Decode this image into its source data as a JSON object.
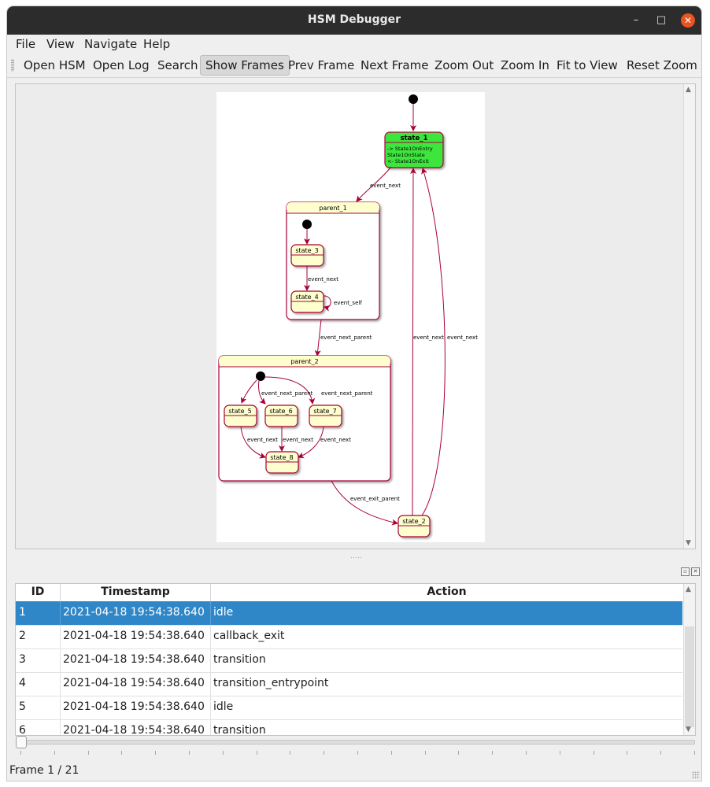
{
  "window": {
    "title": "HSM Debugger"
  },
  "menubar": {
    "items": [
      {
        "label": "File"
      },
      {
        "label": "View"
      },
      {
        "label": "Navigate"
      },
      {
        "label": "Help"
      }
    ]
  },
  "toolbar": {
    "buttons": [
      {
        "label": "Open HSM"
      },
      {
        "label": "Open Log"
      },
      {
        "label": "Search"
      },
      {
        "label": "Show Frames",
        "active": true
      },
      {
        "label": "Prev Frame"
      },
      {
        "label": "Next Frame"
      },
      {
        "label": "Zoom Out"
      },
      {
        "label": "Zoom In"
      },
      {
        "label": "Fit to View"
      },
      {
        "label": "Reset Zoom"
      }
    ]
  },
  "diagram": {
    "active_state_color": "#3ce63c",
    "state_fill": "#fefece",
    "arrow_color": "#a80036",
    "states": {
      "state_1": {
        "name": "state_1",
        "lines": [
          "-> State1OnEntry",
          "State1OnState",
          "<- State1OnExit"
        ]
      },
      "parent_1": {
        "name": "parent_1"
      },
      "state_3": {
        "name": "state_3"
      },
      "state_4": {
        "name": "state_4"
      },
      "parent_2": {
        "name": "parent_2"
      },
      "state_5": {
        "name": "state_5"
      },
      "state_6": {
        "name": "state_6"
      },
      "state_7": {
        "name": "state_7"
      },
      "state_8": {
        "name": "state_8"
      },
      "state_2": {
        "name": "state_2"
      }
    },
    "events": {
      "s1_to_p1": "event_next",
      "s3_to_s4": "event_next",
      "s4_self": "event_self",
      "p1_to_p2": "event_next_parent",
      "init_to_s6": "event_next_parent",
      "init_to_s7": "event_next_parent",
      "s5_to_s8": "event_next",
      "s6_to_s8": "event_next",
      "s7_to_s8": "event_next",
      "p2_to_s2": "event_exit_parent",
      "s2_to_s1_a": "event_next",
      "s2_to_s1_b": "event_next"
    }
  },
  "table": {
    "columns": [
      "ID",
      "Timestamp",
      "Action"
    ],
    "rows": [
      {
        "id": "1",
        "timestamp": "2021-04-18 19:54:38.640",
        "action": "idle",
        "selected": true
      },
      {
        "id": "2",
        "timestamp": "2021-04-18 19:54:38.640",
        "action": "callback_exit"
      },
      {
        "id": "3",
        "timestamp": "2021-04-18 19:54:38.640",
        "action": "transition"
      },
      {
        "id": "4",
        "timestamp": "2021-04-18 19:54:38.640",
        "action": "transition_entrypoint"
      },
      {
        "id": "5",
        "timestamp": "2021-04-18 19:54:38.640",
        "action": "idle"
      },
      {
        "id": "6",
        "timestamp": "2021-04-18 19:54:38.640",
        "action": "transition"
      }
    ]
  },
  "frame_slider": {
    "current": 1,
    "total": 21
  },
  "status": {
    "text": "Frame 1 / 21"
  }
}
